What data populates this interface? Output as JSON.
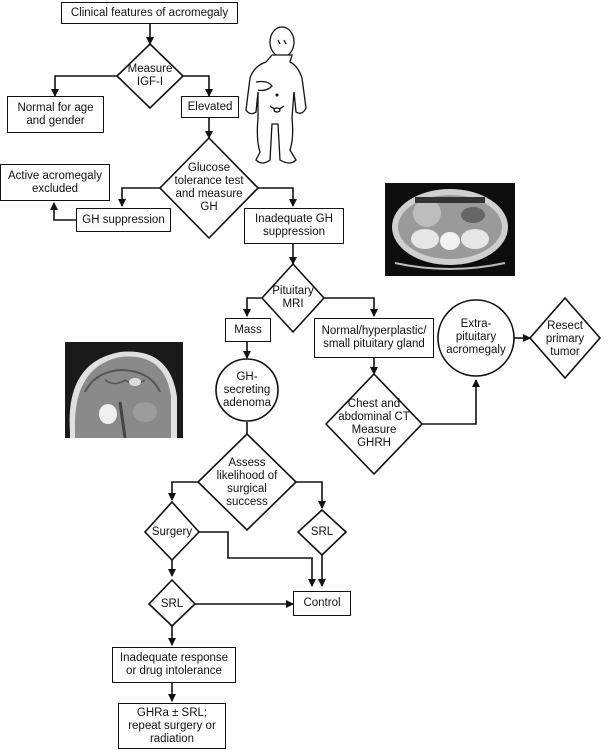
{
  "diagram": {
    "title_node": "Clinical features of acromegaly",
    "nodes": {
      "measure_igf": "Measure IGF-I",
      "normal": "Normal for age and gender",
      "elevated": "Elevated",
      "glucose": "Glucose tolerance test and measure GH",
      "active_excluded": "Active acromegaly excluded",
      "gh_suppression": "GH suppression",
      "inadequate_gh": "Inadequate GH suppression",
      "pituitary_mri": "Pituitary MRI",
      "mass": "Mass",
      "normal_gland": "Normal/hyperplastic/ small pituitary gland",
      "gh_adenoma": "GH- secreting adenoma",
      "chest_ct": "Chest and abdominal CT Measure GHRH",
      "extra_pituitary": "Extra- pituitary acromegaly",
      "resect": "Resect primary tumor",
      "assess": "Assess likelihood of surgical success",
      "surgery": "Surgery",
      "srl_right": "SRL",
      "srl_left": "SRL",
      "control": "Control",
      "inadequate_response": "Inadequate response or drug intolerance",
      "ghra": "GHRa ± SRL; repeat surgery or radiation"
    },
    "images": {
      "figure": "acromegaly-patient-illustration",
      "ct_scan": "abdominal-ct-scan",
      "mri_scan": "sagittal-brain-mri"
    }
  }
}
